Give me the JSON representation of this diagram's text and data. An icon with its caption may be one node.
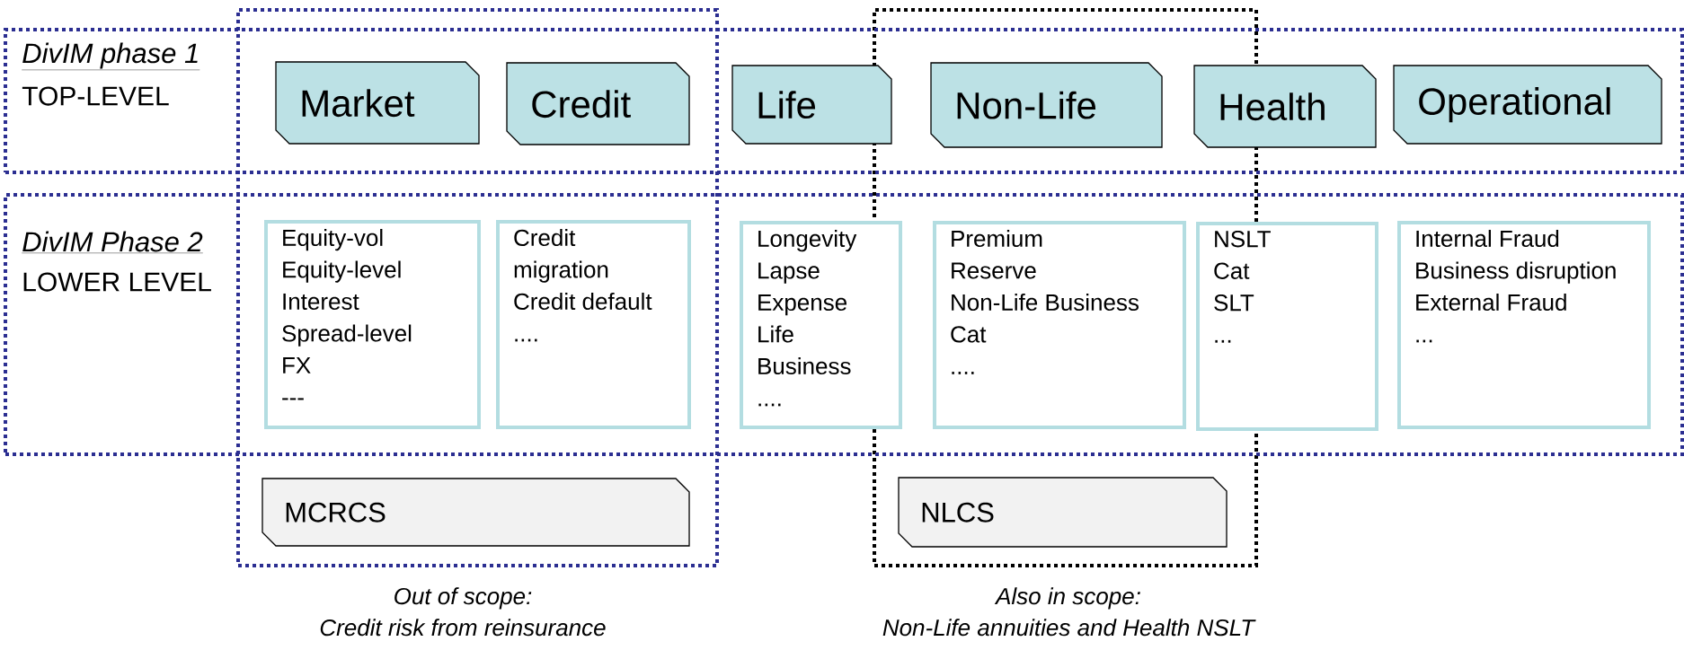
{
  "diagram": {
    "nodes": [
      {
        "text": [
          "Out of scope:",
          "Credit risk from reinsurance"
        ]
      },
      {
        "text": [
          "Also in scope:",
          "Non-Life annuities and Health NSLT"
        ]
      },
      {
        "text": [
          "DivIM phase 1",
          "TOP-LEVEL"
        ]
      },
      {
        "text": [
          "DivIM Phase 2",
          "LOWER LEVEL"
        ]
      },
      {
        "text": [
          "Market"
        ]
      },
      {
        "text": [
          "Credit"
        ]
      },
      {
        "text": [
          "Life"
        ],
        "in": 2
      },
      {
        "text": [
          "Non-Life"
        ]
      },
      {
        "text": [
          "Health"
        ],
        "in": 2
      },
      {
        "text": [
          "Operational"
        ],
        "in": 2
      },
      {
        "text": [
          "Equity-vol",
          "Equity-level",
          "Interest",
          "Spread-level",
          "FX",
          "---"
        ]
      },
      {
        "text": [
          "Credit migration",
          "Credit default",
          "...."
        ]
      },
      {
        "text": [
          "Longevity",
          "Lapse",
          "Expense",
          "Life",
          "Business",
          "...."
        ],
        "in": 3
      },
      {
        "text": [
          "Premium",
          "Reserve",
          "Non-Life Business",
          "Cat",
          "...."
        ]
      },
      {
        "text": [
          "NSLT",
          "Cat",
          "SLT",
          "..."
        ],
        "in": 3
      },
      {
        "text": [
          "Internal Fraud",
          "Business disruption",
          "External Fraud",
          "..."
        ],
        "in": 3
      },
      {
        "text": [
          "MCRCS"
        ],
        "in": 0
      },
      {
        "text": [
          "NLCS"
        ],
        "in": 1
      }
    ]
  }
}
